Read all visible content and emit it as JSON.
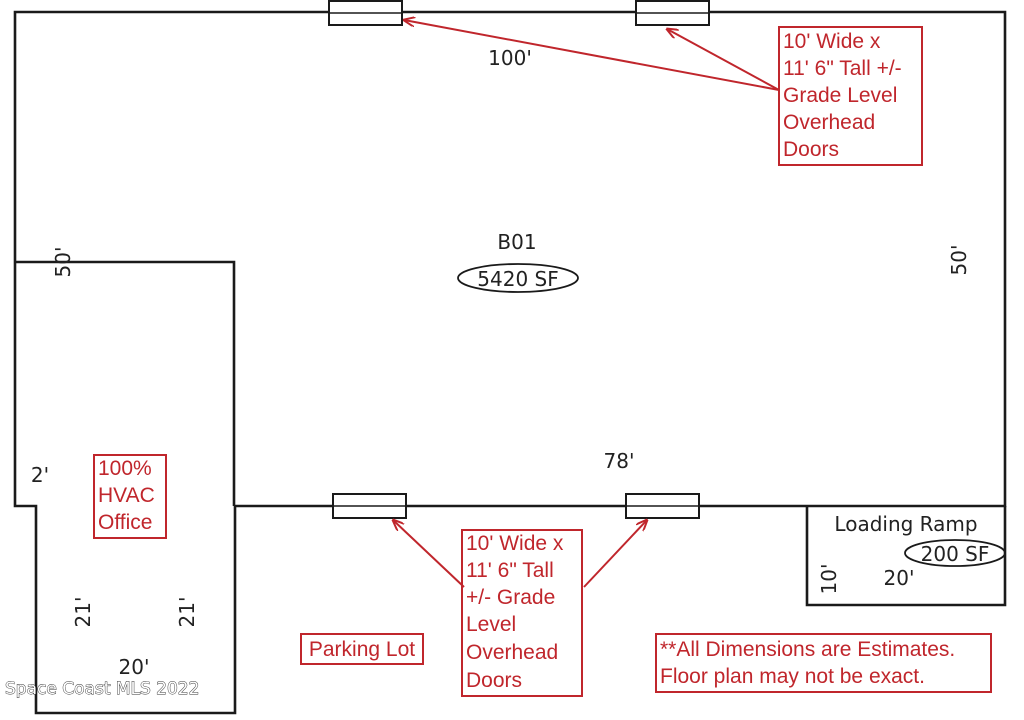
{
  "colors": {
    "wall": "#1a1a1a",
    "annotation": "#c0262c",
    "text": "#222222",
    "background": "#ffffff"
  },
  "main_area": {
    "code": "B01",
    "area": "5420 SF",
    "dims": {
      "top": "100'",
      "bottom": "78'",
      "left": "50'",
      "right": "50'"
    }
  },
  "office": {
    "label_lines": [
      "100%",
      "HVAC",
      "Office"
    ],
    "dims": {
      "notch": "2'",
      "left": "21'",
      "right": "21'",
      "bottom": "20'"
    }
  },
  "loading_ramp": {
    "label": "Loading Ramp",
    "area": "200 SF",
    "dims": {
      "depth": "10'",
      "width": "20'"
    }
  },
  "top_doors_note": {
    "lines": [
      "10' Wide x",
      "11' 6\" Tall +/-",
      "Grade Level",
      "Overhead",
      "Doors"
    ]
  },
  "bottom_doors_note": {
    "lines": [
      "10' Wide x",
      "11' 6\" Tall",
      "+/- Grade",
      "Level",
      "Overhead",
      "Doors"
    ]
  },
  "parking_lot": {
    "label": "Parking Lot"
  },
  "disclaimer": {
    "lines": [
      "**All Dimensions are Estimates.",
      "Floor plan may not be exact."
    ]
  },
  "watermark": {
    "text": "Space Coast MLS 2022"
  }
}
